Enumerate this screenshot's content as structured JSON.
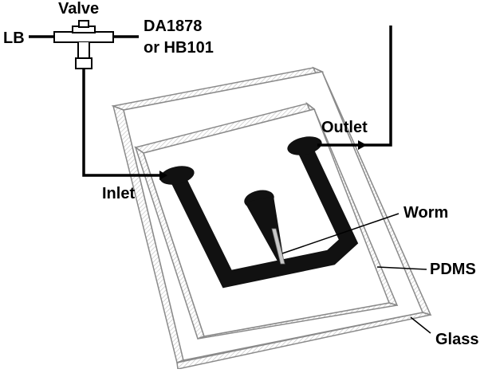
{
  "labels": {
    "lb": "LB",
    "valve": "Valve",
    "bacteria_line1": "DA1878",
    "bacteria_line2": "or HB101",
    "outlet": "Outlet",
    "inlet": "Inlet",
    "worm": "Worm",
    "pdms": "PDMS",
    "glass": "Glass"
  },
  "colors": {
    "channel": "#111111",
    "plate_edge": "#8a8a8a",
    "plate_fill": "#ffffff",
    "line": "#000000"
  }
}
